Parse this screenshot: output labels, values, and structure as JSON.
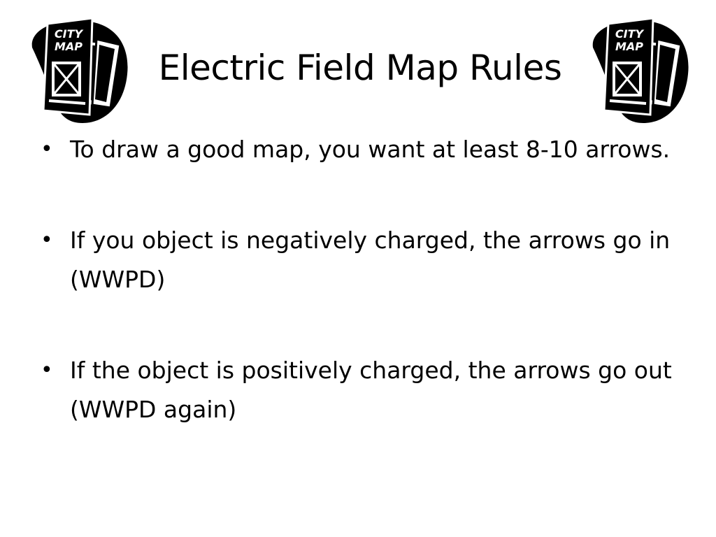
{
  "slide": {
    "title": "Electric Field Map Rules",
    "logo": {
      "icon": "city-map-icon",
      "line1": "CITY",
      "line2": "MAP"
    },
    "bullet_symbol": "•",
    "bullets": [
      {
        "text": "To draw a good map, you want at least 8-10 arrows."
      },
      {
        "text": "If you object is negatively charged, the arrows go in (WWPD)"
      },
      {
        "text": "If the object is positively charged, the arrows go out (WWPD again)"
      }
    ]
  }
}
